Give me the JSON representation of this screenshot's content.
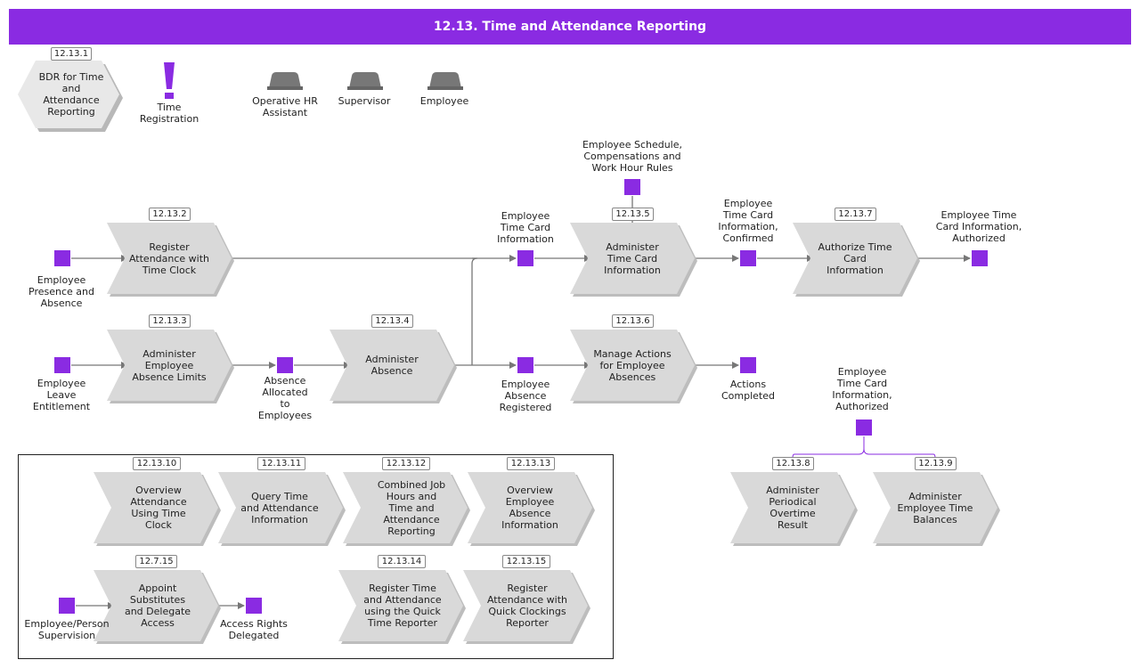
{
  "header": {
    "title": "12.13. Time and Attendance Reporting"
  },
  "colors": {
    "accent": "#8a2be2",
    "step_fill": "#d9d9d9",
    "role_fill": "#777777",
    "connector": "#777777"
  },
  "legend": {
    "bdr": {
      "id": "12.13.1",
      "label": "BDR for Time\nand\nAttendance\nReporting"
    },
    "event": {
      "label": "Time\nRegistration"
    },
    "roles": [
      "Operative HR\nAssistant",
      "Supervisor",
      "Employee"
    ]
  },
  "steps": [
    {
      "id": "12.13.2",
      "label": "Register\nAttendance with\nTime Clock"
    },
    {
      "id": "12.13.3",
      "label": "Administer\nEmployee\nAbsence Limits"
    },
    {
      "id": "12.13.4",
      "label": "Administer\nAbsence"
    },
    {
      "id": "12.13.5",
      "label": "Administer\nTime Card\nInformation"
    },
    {
      "id": "12.13.6",
      "label": "Manage Actions\nfor Employee\nAbsences"
    },
    {
      "id": "12.13.7",
      "label": "Authorize Time\nCard\nInformation"
    },
    {
      "id": "12.13.8",
      "label": "Administer\nPeriodical\nOvertime\nResult"
    },
    {
      "id": "12.13.9",
      "label": "Administer\nEmployee Time\nBalances"
    },
    {
      "id": "12.13.10",
      "label": "Overview\nAttendance\nUsing Time\nClock"
    },
    {
      "id": "12.13.11",
      "label": "Query Time\nand Attendance\nInformation"
    },
    {
      "id": "12.13.12",
      "label": "Combined Job\nHours and\nTime and\nAttendance\nReporting"
    },
    {
      "id": "12.13.13",
      "label": "Overview\nEmployee\nAbsence\nInformation"
    },
    {
      "id": "12.7.15",
      "label": "Appoint\nSubstitutes\nand Delegate\nAccess"
    },
    {
      "id": "12.13.14",
      "label": "Register Time\nand Attendance\nusing the Quick\nTime Reporter"
    },
    {
      "id": "12.13.15",
      "label": "Register\nAttendance with\nQuick Clockings\nReporter"
    }
  ],
  "objects": [
    "Employee\nPresence and\nAbsence",
    "Employee\nLeave\nEntitlement",
    "Absence\nAllocated\nto\nEmployees",
    "Employee\nTime Card\nInformation",
    "Employee\nAbsence\nRegistered",
    "Employee Schedule,\nCompensations and\nWork Hour Rules",
    "Employee\nTime Card\nInformation,\nConfirmed",
    "Actions\nCompleted",
    "Employee Time\nCard Information,\nAuthorized",
    "Employee\nTime Card\nInformation,\nAuthorized",
    "Employee/Person\nSupervision",
    "Access Rights\nDelegated"
  ]
}
